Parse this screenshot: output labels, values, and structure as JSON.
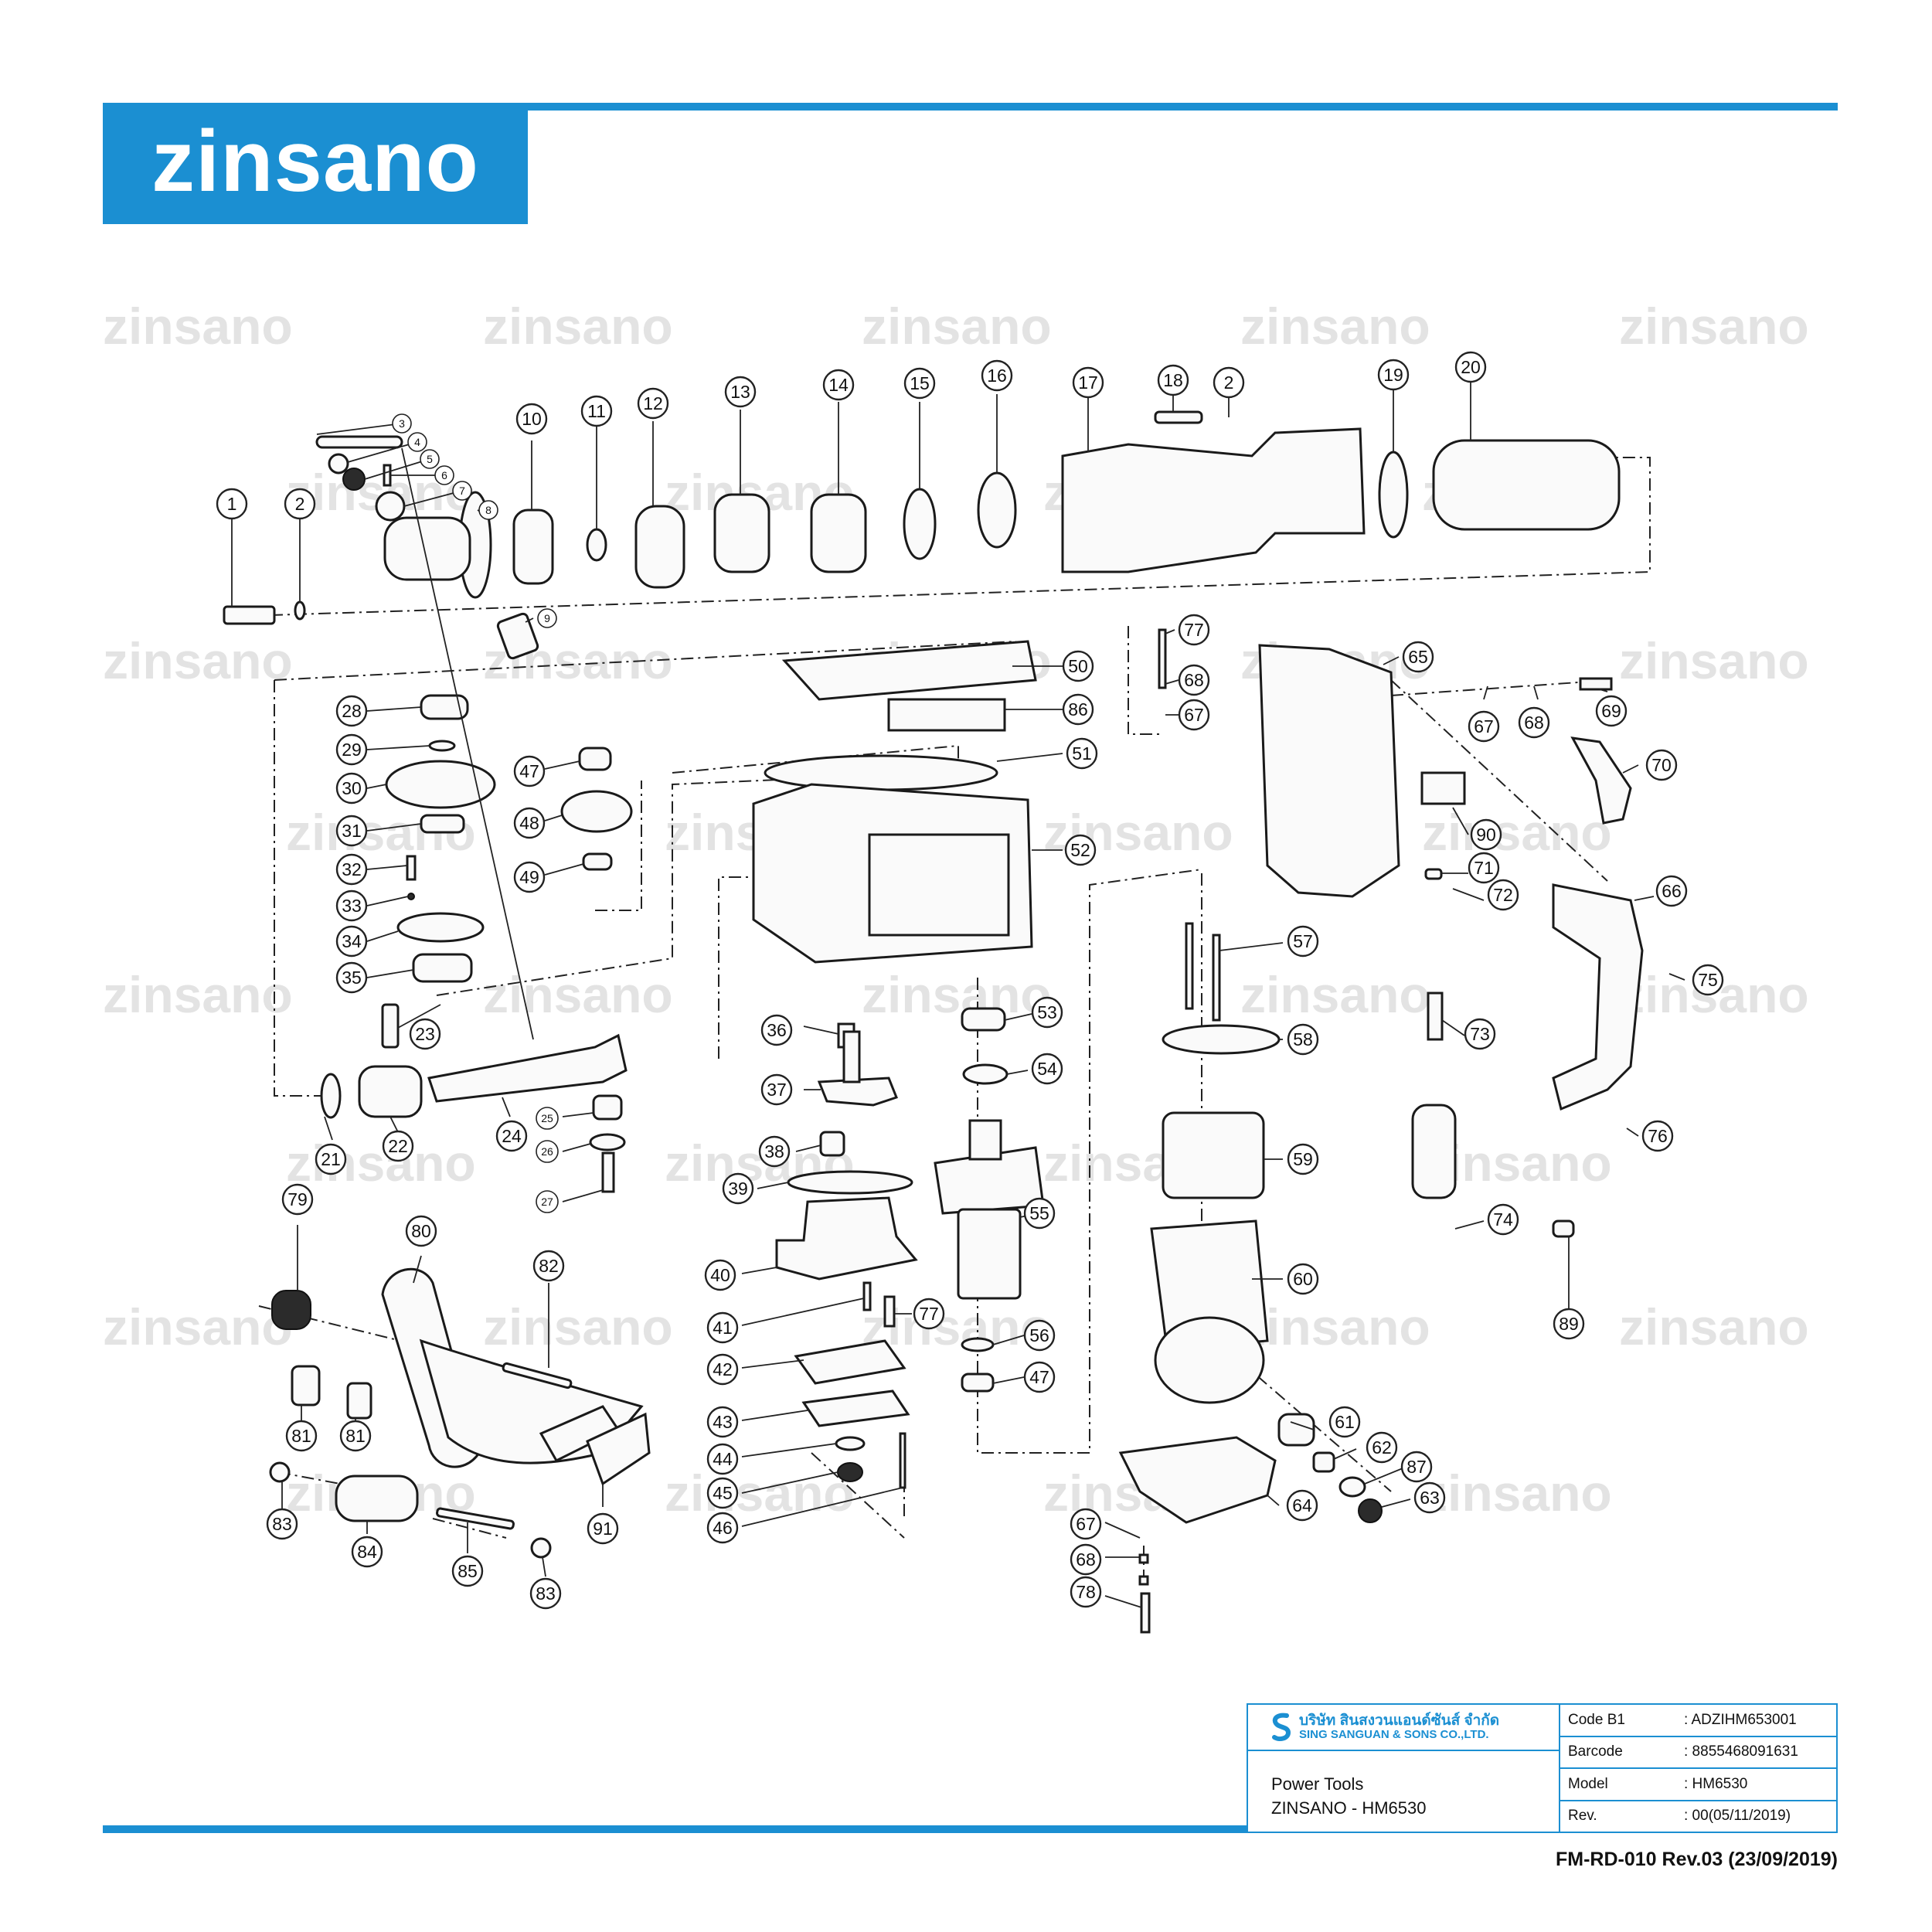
{
  "brand": {
    "name": "zinsano",
    "color": "#1b8fd2"
  },
  "watermark": {
    "text": "zinsano"
  },
  "parts": [
    "1",
    "2",
    "3",
    "4",
    "5",
    "6",
    "7",
    "8",
    "9",
    "10",
    "11",
    "12",
    "13",
    "14",
    "15",
    "16",
    "17",
    "18",
    "19",
    "20",
    "21",
    "22",
    "23",
    "24",
    "25",
    "26",
    "27",
    "28",
    "29",
    "30",
    "31",
    "32",
    "33",
    "34",
    "35",
    "36",
    "37",
    "38",
    "39",
    "40",
    "41",
    "42",
    "43",
    "44",
    "45",
    "46",
    "47",
    "48",
    "49",
    "50",
    "51",
    "52",
    "53",
    "54",
    "55",
    "56",
    "57",
    "58",
    "59",
    "60",
    "61",
    "62",
    "63",
    "64",
    "65",
    "66",
    "67",
    "68",
    "69",
    "70",
    "71",
    "72",
    "73",
    "74",
    "75",
    "76",
    "77",
    "78",
    "79",
    "80",
    "81",
    "82",
    "83",
    "84",
    "85",
    "86",
    "87",
    "89",
    "90",
    "91"
  ],
  "title_block": {
    "company_th": "บริษัท สินสงวนแอนด์ซันส์ จำกัด",
    "company_en": "SING SANGUAN & SONS CO.,LTD.",
    "product_line": "Power Tools",
    "product_name": "ZINSANO - HM6530",
    "fields": [
      {
        "key": "Code B1",
        "value": ": ADZIHM653001"
      },
      {
        "key": "Barcode",
        "value": ": 8855468091631"
      },
      {
        "key": "Model",
        "value": ": HM6530"
      },
      {
        "key": "Rev.",
        "value": ": 00(05/11/2019)"
      }
    ]
  },
  "form_code": "FM-RD-010 Rev.03 (23/09/2019)"
}
